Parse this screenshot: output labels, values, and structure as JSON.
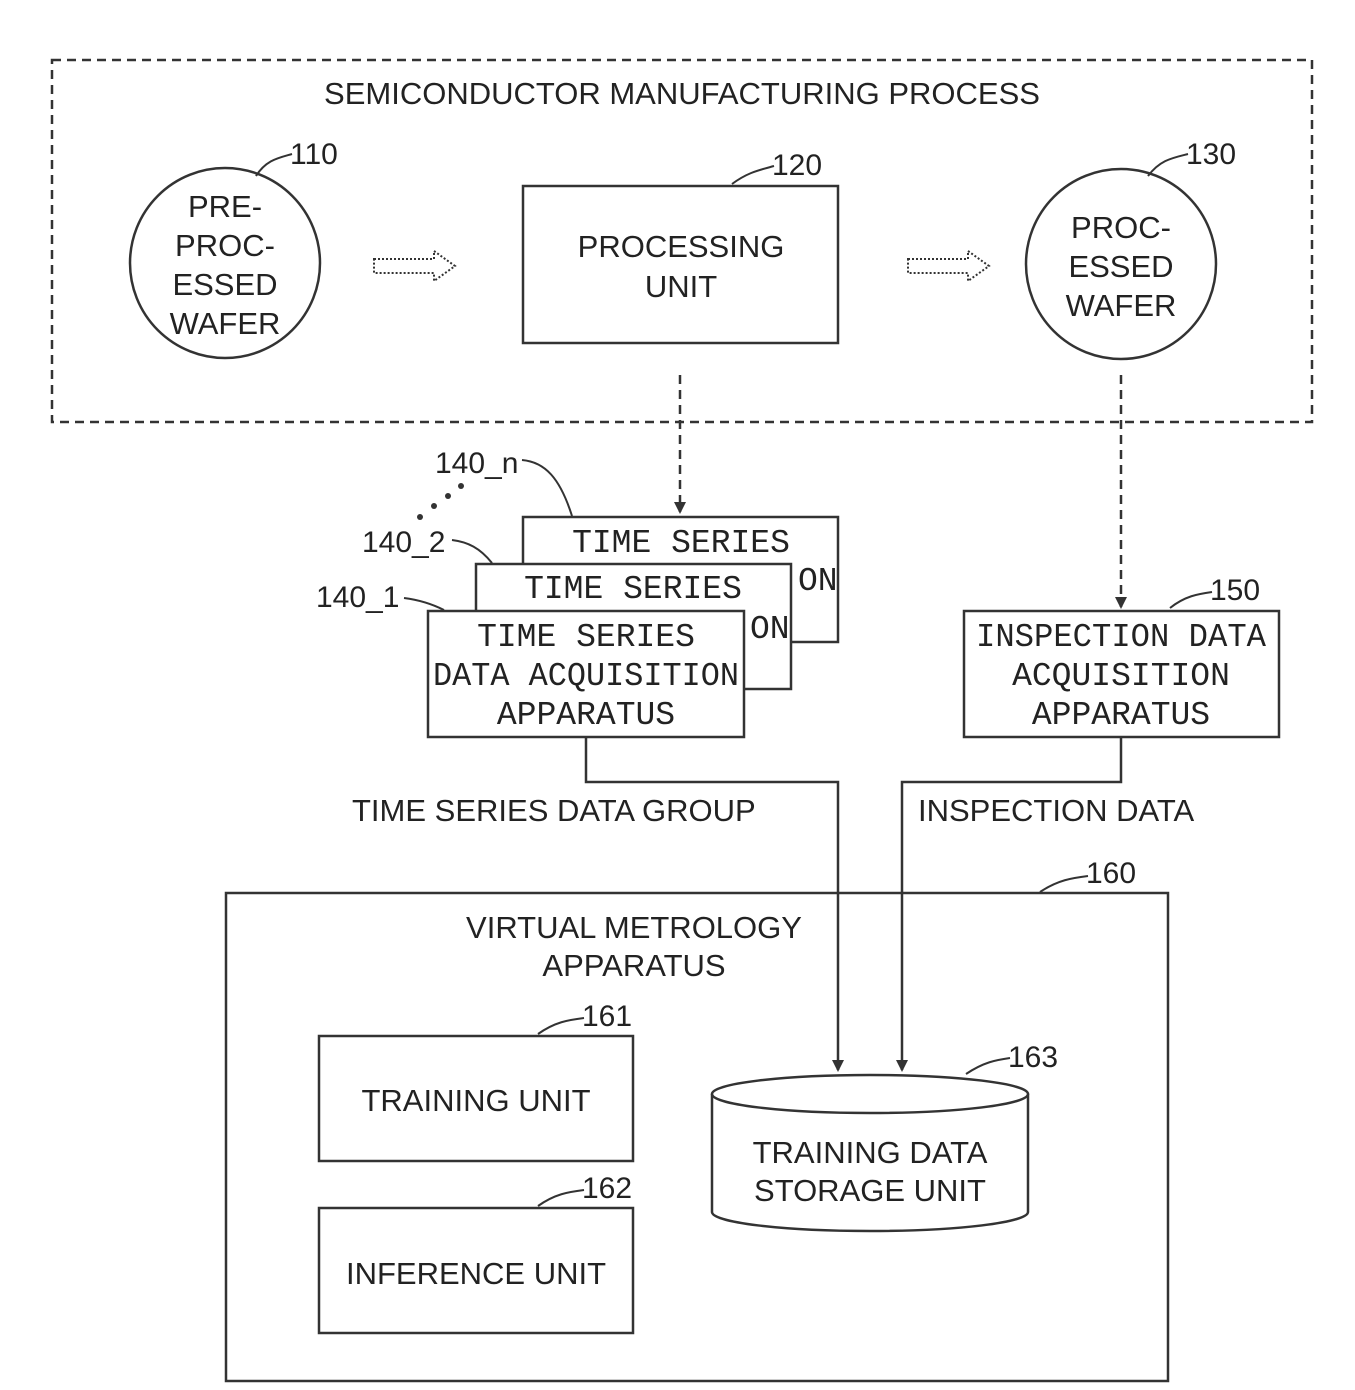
{
  "process": {
    "title": "SEMICONDUCTOR MANUFACTURING PROCESS",
    "pre_wafer": {
      "ref": "110",
      "lines": [
        "PRE-",
        "PROC-",
        "ESSED",
        "WAFER"
      ]
    },
    "processing_unit": {
      "ref": "120",
      "lines": [
        "PROCESSING",
        "UNIT"
      ]
    },
    "processed_wafer": {
      "ref": "130",
      "lines": [
        "PROC-",
        "ESSED",
        "WAFER"
      ]
    }
  },
  "ts_apparatus": {
    "ref_n": "140_n",
    "ref_2": "140_2",
    "ref_1": "140_1",
    "back_title": "TIME SERIES",
    "back_suffix": "ON",
    "front_lines": [
      "TIME SERIES",
      "DATA ACQUISITION",
      "APPARATUS"
    ]
  },
  "inspection_apparatus": {
    "ref": "150",
    "lines": [
      "INSPECTION DATA",
      "ACQUISITION",
      "APPARATUS"
    ]
  },
  "flows": {
    "ts_group": "TIME SERIES DATA GROUP",
    "inspection": "INSPECTION DATA"
  },
  "vm_apparatus": {
    "ref": "160",
    "title_lines": [
      "VIRTUAL METROLOGY",
      "APPARATUS"
    ],
    "training_unit": {
      "ref": "161",
      "label": "TRAINING UNIT"
    },
    "inference_unit": {
      "ref": "162",
      "label": "INFERENCE UNIT"
    },
    "storage_unit": {
      "ref": "163",
      "lines": [
        "TRAINING DATA",
        "STORAGE UNIT"
      ]
    }
  }
}
